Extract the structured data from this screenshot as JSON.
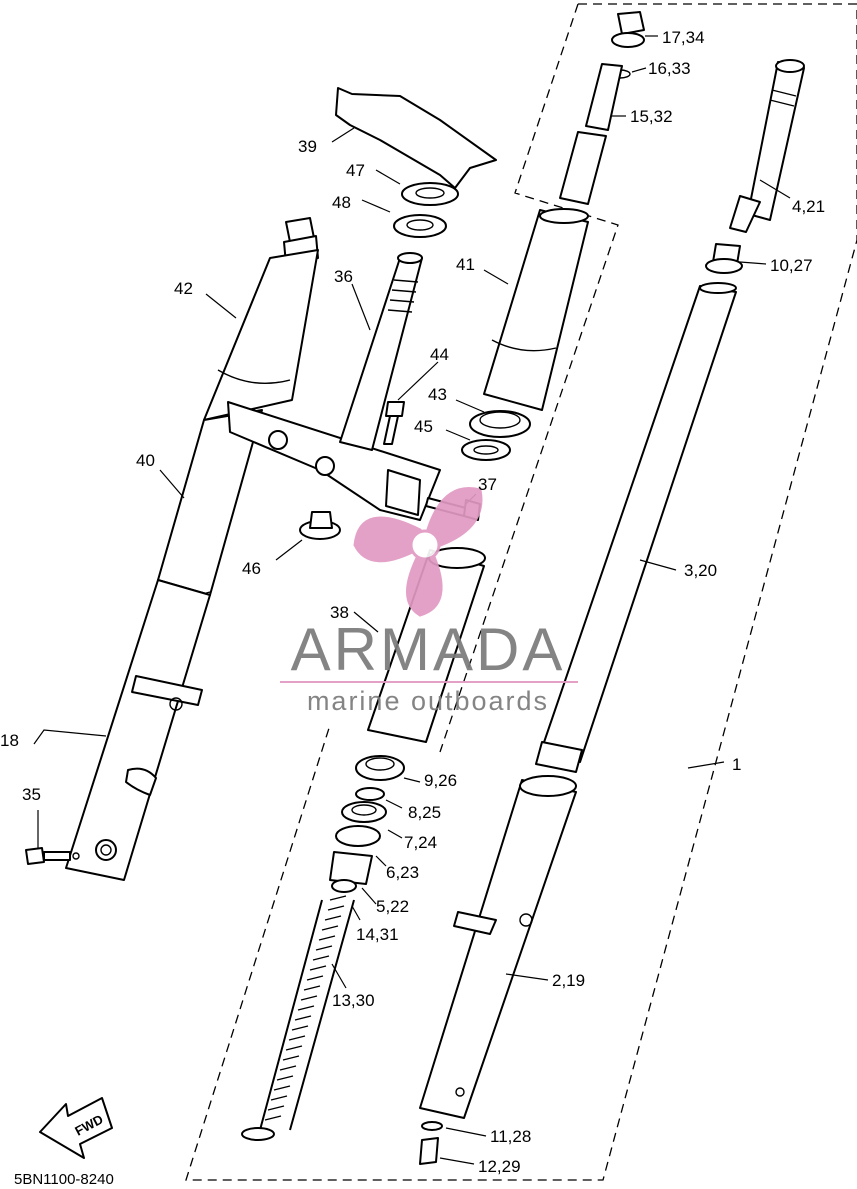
{
  "diagram_code": "5BN1100-8240",
  "direction_label": "FWD",
  "watermark": {
    "brand": "ARMADA",
    "tagline": "marine outboards",
    "brand_color": "#7a7a7a",
    "accent_color": "#e29ac4"
  },
  "callouts": [
    {
      "id": "c1",
      "text": "1"
    },
    {
      "id": "c2",
      "text": "2,19"
    },
    {
      "id": "c3",
      "text": "3,20"
    },
    {
      "id": "c4",
      "text": "4,21"
    },
    {
      "id": "c5",
      "text": "5,22"
    },
    {
      "id": "c6",
      "text": "6,23"
    },
    {
      "id": "c7",
      "text": "7,24"
    },
    {
      "id": "c8",
      "text": "8,25"
    },
    {
      "id": "c9",
      "text": "9,26"
    },
    {
      "id": "c10",
      "text": "10,27"
    },
    {
      "id": "c11",
      "text": "11,28"
    },
    {
      "id": "c12",
      "text": "12,29"
    },
    {
      "id": "c13",
      "text": "13,30"
    },
    {
      "id": "c14",
      "text": "14,31"
    },
    {
      "id": "c15",
      "text": "15,32"
    },
    {
      "id": "c16",
      "text": "16,33"
    },
    {
      "id": "c17",
      "text": "17,34"
    },
    {
      "id": "c18",
      "text": "18"
    },
    {
      "id": "c35",
      "text": "35"
    },
    {
      "id": "c36",
      "text": "36"
    },
    {
      "id": "c37",
      "text": "37"
    },
    {
      "id": "c38",
      "text": "38"
    },
    {
      "id": "c39",
      "text": "39"
    },
    {
      "id": "c40",
      "text": "40"
    },
    {
      "id": "c41",
      "text": "41"
    },
    {
      "id": "c42",
      "text": "42"
    },
    {
      "id": "c43",
      "text": "43"
    },
    {
      "id": "c44",
      "text": "44"
    },
    {
      "id": "c45",
      "text": "45"
    },
    {
      "id": "c46",
      "text": "46"
    },
    {
      "id": "c47",
      "text": "47"
    },
    {
      "id": "c48",
      "text": "48"
    }
  ]
}
